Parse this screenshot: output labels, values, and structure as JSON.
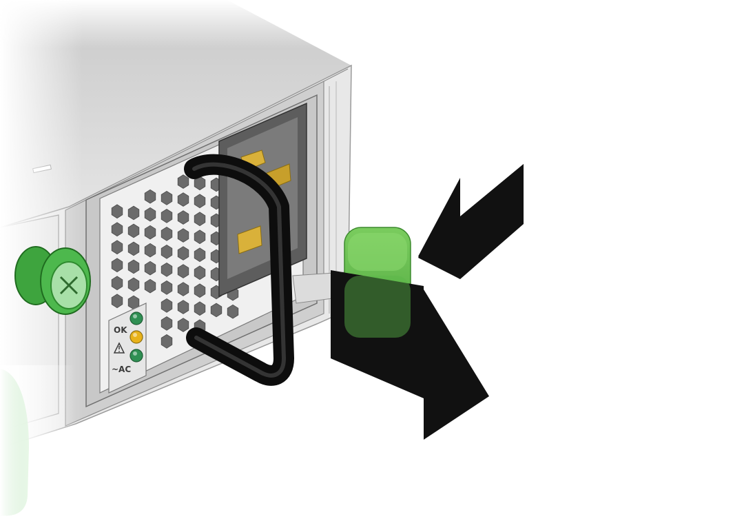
{
  "diagram": {
    "subject": "power-supply-removal",
    "led_panel": {
      "labels": [
        "OK",
        "",
        "~AC"
      ],
      "icons": [
        "ok-text",
        "warning-triangle-icon",
        "ac-text"
      ],
      "led_colors": [
        "#2f8f53",
        "#e8b21a",
        "#2f8f53"
      ]
    },
    "colors": {
      "latch_green": "#5cb84a",
      "thumbscrew_green": "#45b045",
      "arrow_black": "#111111",
      "chassis_gray": "#d6d6d6",
      "handle_black": "#1a1a1a",
      "prong_gold": "#d9b13a"
    },
    "arrows": [
      {
        "name": "push-latch-arrow",
        "direction": "left"
      },
      {
        "name": "pull-out-arrow",
        "direction": "right"
      }
    ]
  }
}
